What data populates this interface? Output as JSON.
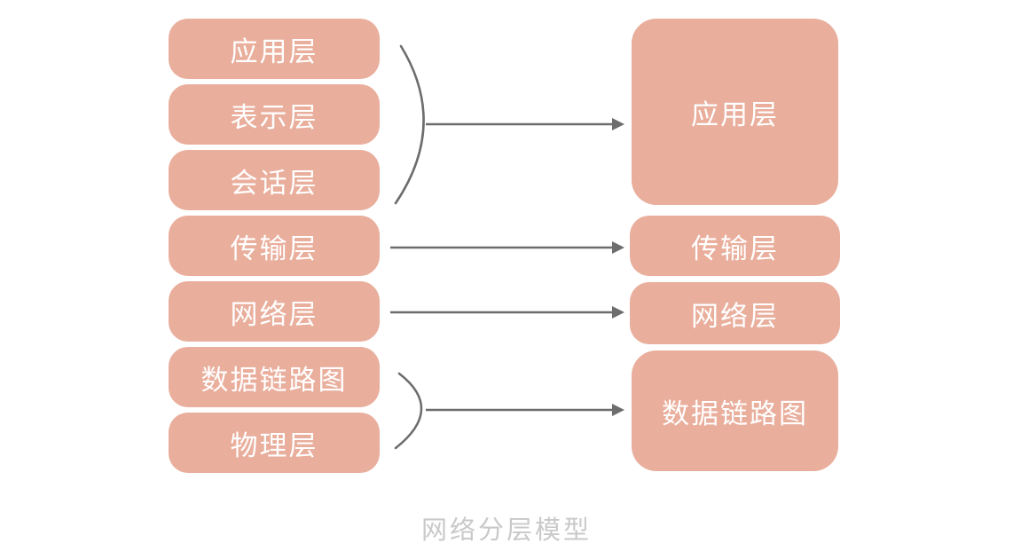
{
  "osi_model": {
    "layers": [
      "应用层",
      "表示层",
      "会话层",
      "传输层",
      "网络层",
      "数据链路图",
      "物理层"
    ]
  },
  "tcpip_model": {
    "layers": [
      "应用层",
      "传输层",
      "网络层",
      "数据链路图"
    ]
  },
  "caption": "网络分层模型",
  "colors": {
    "box_fill": "#e9ae9c",
    "box_text": "#ffffff",
    "connector": "#707070",
    "caption": "#c9c9c9"
  }
}
